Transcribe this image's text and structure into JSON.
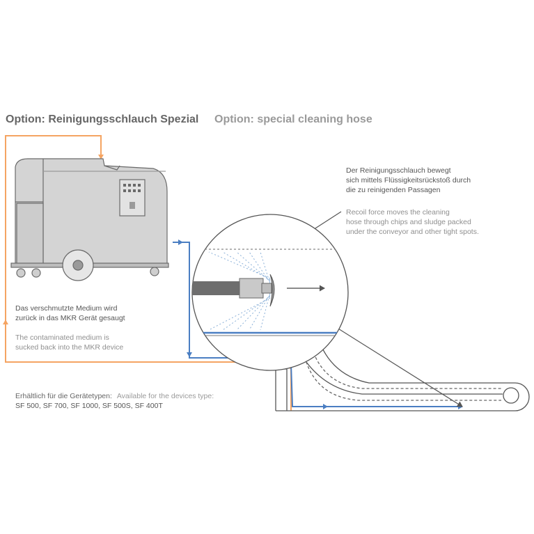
{
  "title": {
    "german": "Option: Reinigungsschlauch Spezial",
    "english": "Option: special cleaning hose"
  },
  "hose_note": {
    "german": [
      "Der Reinigungsschlauch bewegt",
      "sich mittels Flüssigkeitsrückstoß durch",
      "die zu reinigenden Passagen"
    ],
    "english": [
      "Recoil force moves the cleaning",
      "hose through chips and sludge packed",
      "under the conveyor and other tight spots."
    ]
  },
  "suction_note": {
    "german": [
      "Das verschmutzte Medium wird",
      "zurück in das MKR Gerät gesaugt"
    ],
    "english": [
      "The contaminated medium is",
      "sucked back into the MKR device"
    ]
  },
  "availability": {
    "label_german": "Erhältlich für die Gerätetypen:",
    "label_english": "Available for the devices type:",
    "devices": "SF 500, SF 700, SF 1000, SF 500S, SF 400T"
  },
  "colors": {
    "return_line": "#f5a462",
    "hose_line": "#4a7ec2",
    "machine_fill": "#d4d4d4",
    "machine_stroke": "#6a6a6a",
    "conveyor_stroke": "#555555",
    "spray": "#8ab0d8"
  }
}
